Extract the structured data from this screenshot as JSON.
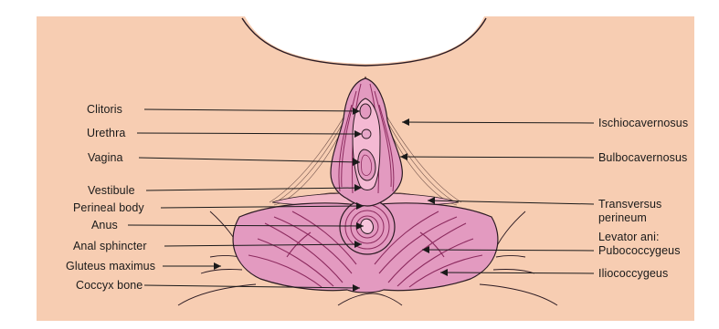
{
  "colors": {
    "skin": "#f7cdb2",
    "muscle": "#e39ac0",
    "muscle_dark": "#8c2a5e",
    "outline": "#2b1a22",
    "leader": "#1a1a1a"
  },
  "labels_left": [
    {
      "key": "clitoris",
      "text": "Clitoris"
    },
    {
      "key": "urethra",
      "text": "Urethra"
    },
    {
      "key": "vagina",
      "text": "Vagina"
    },
    {
      "key": "vestibule",
      "text": "Vestibule"
    },
    {
      "key": "perineal_body",
      "text": "Perineal body"
    },
    {
      "key": "anus",
      "text": "Anus"
    },
    {
      "key": "anal_sphincter",
      "text": "Anal sphincter"
    },
    {
      "key": "gluteus_maximus",
      "text": "Gluteus maximus"
    },
    {
      "key": "coccyx_bone",
      "text": "Coccyx bone"
    }
  ],
  "labels_right": [
    {
      "key": "ischiocavernosus",
      "lines": [
        "Ischiocavernosus"
      ]
    },
    {
      "key": "bulbocavernosus",
      "lines": [
        "Bulbocavernosus"
      ]
    },
    {
      "key": "transversus_perineum",
      "lines": [
        "Transversus",
        "perineum"
      ]
    },
    {
      "key": "levator_ani",
      "lines": [
        "Levator ani:",
        "Pubococcygeus"
      ]
    },
    {
      "key": "iliococcygeus",
      "lines": [
        "Iliococcygeus"
      ]
    }
  ]
}
